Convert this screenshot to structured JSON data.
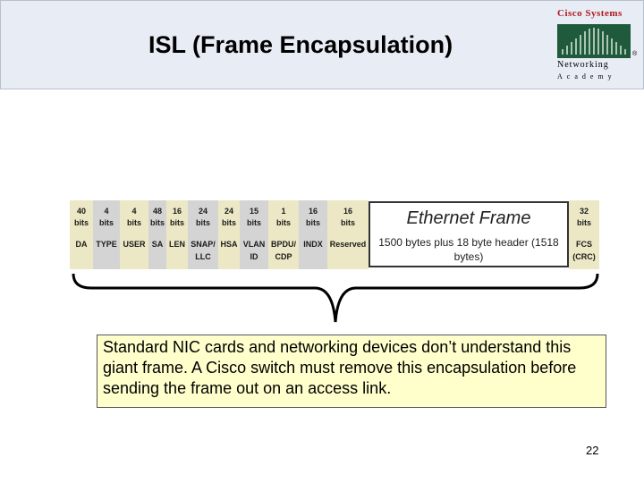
{
  "slide": {
    "title": "ISL (Frame Encapsulation)",
    "page_number": "22"
  },
  "logo": {
    "name": "Cisco Systems",
    "line1": "Networking",
    "line2": "Academy",
    "mark": "®"
  },
  "frame": {
    "fields": [
      {
        "top": "40\nbits",
        "bottom": "DA",
        "color": "beige"
      },
      {
        "top": "4\nbits",
        "bottom": "TYPE",
        "color": "gray"
      },
      {
        "top": "4\nbits",
        "bottom": "USER",
        "color": "beige"
      },
      {
        "top": "48\nbits",
        "bottom": "SA",
        "color": "gray"
      },
      {
        "top": "16\nbits",
        "bottom": "LEN",
        "color": "beige"
      },
      {
        "top": "24\nbits",
        "bottom": "SNAP/\nLLC",
        "color": "gray"
      },
      {
        "top": "24\nbits",
        "bottom": "HSA",
        "color": "beige"
      },
      {
        "top": "15\nbits",
        "bottom": "VLAN\nID",
        "color": "gray"
      },
      {
        "top": "1\nbits",
        "bottom": "BPDU/\nCDP",
        "color": "beige"
      },
      {
        "top": "16\nbits",
        "bottom": "INDX",
        "color": "gray"
      },
      {
        "top": "16\nbits",
        "bottom": "Reserved",
        "color": "beige"
      }
    ],
    "ethernet_frame": {
      "title": "Ethernet Frame",
      "subtitle": "1500 bytes plus 18 byte header (1518 bytes)"
    },
    "fcs_field": {
      "top": "32\nbits",
      "bottom": "FCS\n(CRC)",
      "color": "beige"
    }
  },
  "note": {
    "text": "Standard NIC cards and networking devices don’t understand this giant frame. A Cisco switch must remove this encapsulation before sending the frame out on an access link."
  }
}
